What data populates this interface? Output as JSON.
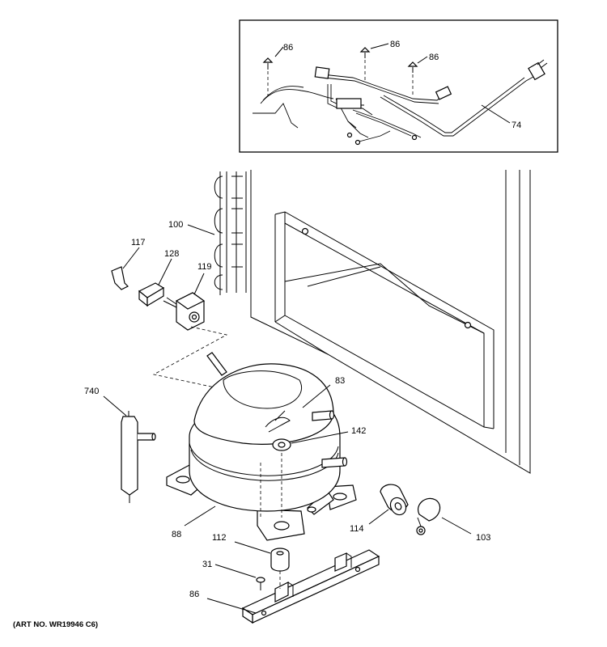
{
  "callouts": {
    "screw_1": "86",
    "screw_2": "86",
    "screw_3": "86",
    "power_cord": "74",
    "condenser": "100",
    "overload_clip": "117",
    "relay": "128",
    "relay_cover": "119",
    "accumulator": "740",
    "tubing_clip": "83",
    "grommet_plug": "142",
    "compressor": "88",
    "mount_grommet": "112",
    "mount_screw": "31",
    "mount_bracket_screw": "86",
    "sleeve": "114",
    "clamp": "103"
  },
  "art_number": "(ART NO. WR19946 C6)"
}
